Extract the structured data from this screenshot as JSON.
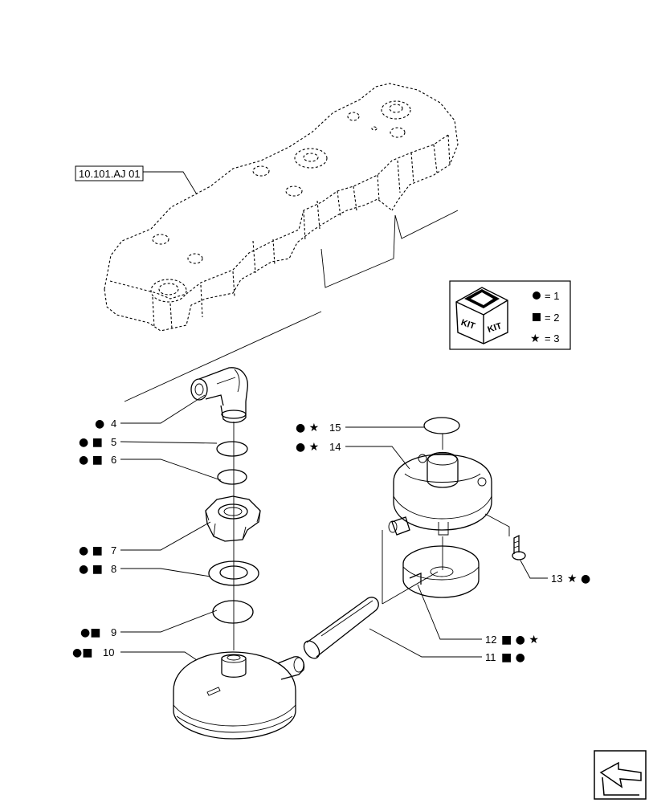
{
  "reference": {
    "label": "10.101.AJ 01"
  },
  "legend": {
    "kit_text": [
      "KIT",
      "KIT"
    ],
    "entries": [
      {
        "symbol": "●",
        "icon": "circle-icon",
        "text": "= 1"
      },
      {
        "symbol": "■",
        "icon": "square-icon",
        "text": "= 2"
      },
      {
        "symbol": "★",
        "icon": "star-icon",
        "text": "= 3"
      }
    ]
  },
  "callouts": [
    {
      "id": "4",
      "number": "4",
      "symbols": "●"
    },
    {
      "id": "5",
      "number": "5",
      "symbols": "● ■"
    },
    {
      "id": "6",
      "number": "6",
      "symbols": "● ■"
    },
    {
      "id": "7",
      "number": "7",
      "symbols": "● ■"
    },
    {
      "id": "8",
      "number": "8",
      "symbols": "● ■"
    },
    {
      "id": "9",
      "number": "9",
      "symbols": "●■"
    },
    {
      "id": "10",
      "number": "10",
      "symbols": "●■"
    },
    {
      "id": "15",
      "number": "15",
      "symbols": "● ★"
    },
    {
      "id": "14",
      "number": "14",
      "symbols": "● ★"
    },
    {
      "id": "13",
      "number": "13",
      "symbols": "★ ●"
    },
    {
      "id": "12",
      "number": "12",
      "symbols": "■ ● ★"
    },
    {
      "id": "11",
      "number": "11",
      "symbols": "■ ●"
    }
  ],
  "nav": {
    "icon": "next-page-arrow-icon"
  }
}
